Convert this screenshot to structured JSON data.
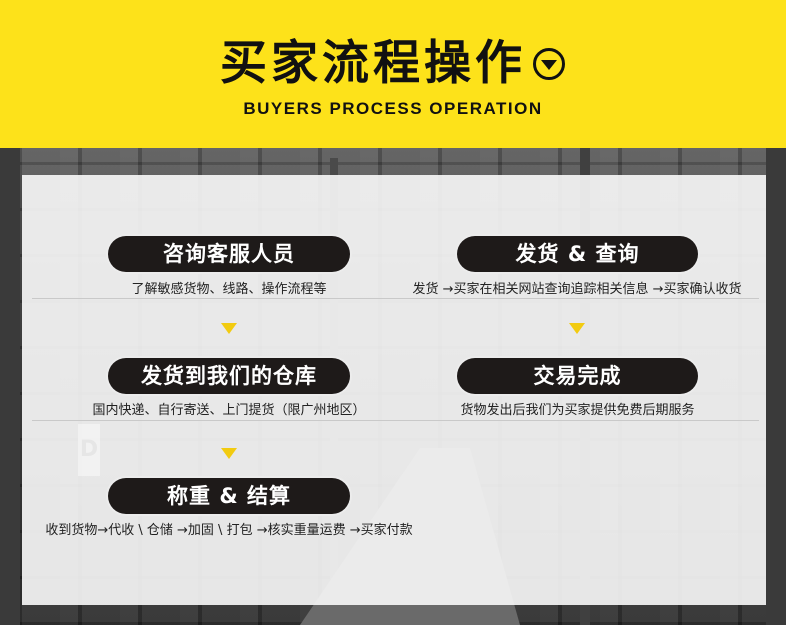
{
  "header": {
    "title": "买家流程操作",
    "subtitle": "BUYERS PROCESS OPERATION"
  },
  "colors": {
    "accent": "#fde21a",
    "pill": "#1e1a19",
    "arrow": "#f2cb10"
  },
  "steps": {
    "consult": {
      "label": "咨询客服人员",
      "desc": "了解敏感货物、线路、操作流程等"
    },
    "warehouse": {
      "label": "发货到我们的仓库",
      "desc": "国内快递、自行寄送、上门提货（限广州地区）"
    },
    "weigh": {
      "label": "称重 & 结算",
      "desc": "收到货物→代收 \\ 仓储 →加固 \\ 打包 →核实重量运费 →买家付款"
    },
    "ship": {
      "label": "发货 & 查询",
      "desc": "发货 →买家在相关网站查询追踪相关信息 →买家确认收货"
    },
    "done": {
      "label": "交易完成",
      "desc": "货物发出后我们为买家提供免费后期服务"
    }
  },
  "background": {
    "shelf_letter": "D"
  }
}
